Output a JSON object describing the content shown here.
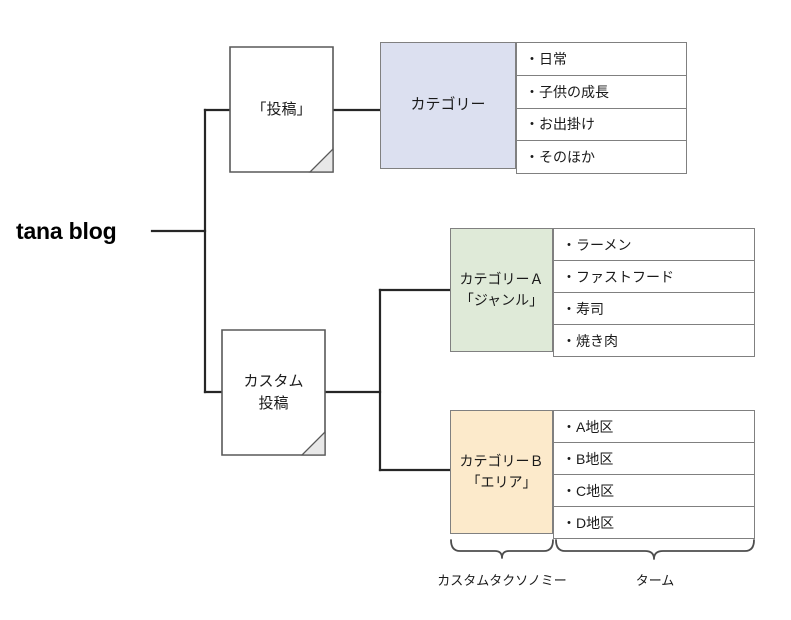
{
  "diagram": {
    "root": {
      "label": "tana blog"
    },
    "post_node": {
      "label": "「投稿」"
    },
    "custom_node": {
      "label": "カスタム\n投稿"
    },
    "custom_node_line1": "カスタム",
    "custom_node_line2": "投稿",
    "category_default": {
      "label": "カテゴリー",
      "color": "#dce0f0",
      "terms": [
        "・日常",
        "・子供の成長",
        "・お出掛け",
        "・そのほか"
      ]
    },
    "category_a": {
      "label_line1": "カテゴリーＡ",
      "label_line2": "「ジャンル」",
      "color": "#dfead8",
      "terms": [
        "・ラーメン",
        "・ファストフード",
        "・寿司",
        "・焼き肉"
      ]
    },
    "category_b": {
      "label_line1": "カテゴリーＢ",
      "label_line2": "「エリア」",
      "color": "#fceacb",
      "terms": [
        "・A地区",
        "・B地区",
        "・C地区",
        "・D地区"
      ]
    },
    "braces": {
      "taxonomy_label": "カスタムタクソノミー",
      "term_label": "ターム"
    },
    "line_color": "#262626"
  }
}
